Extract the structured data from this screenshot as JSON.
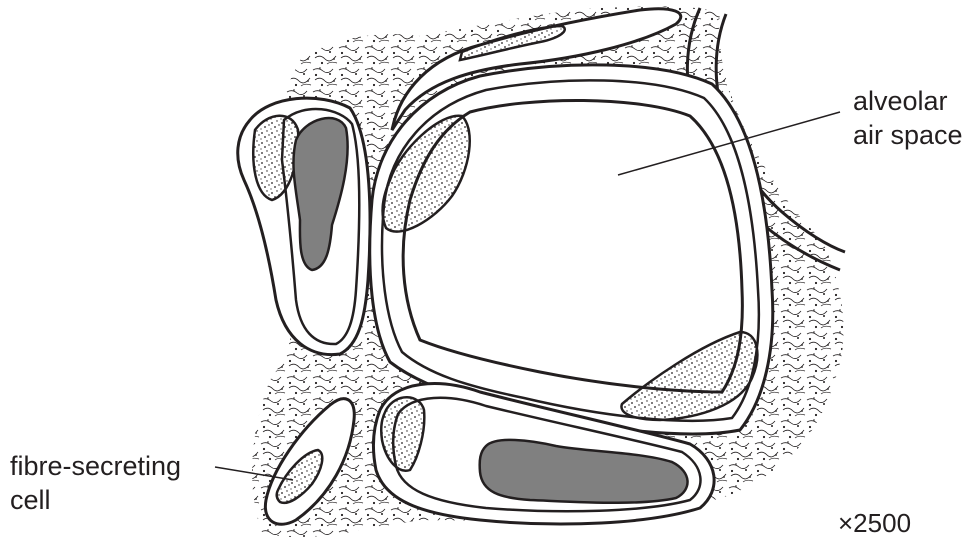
{
  "labels": {
    "alveolar_line1": "alveolar",
    "alveolar_line2": "air space",
    "fibre_line1": "fibre-secreting",
    "fibre_line2": "cell",
    "magnification": "×2500"
  },
  "colors": {
    "outline": "#231f20",
    "nucleus_fill": "#808080",
    "paper": "#ffffff"
  }
}
